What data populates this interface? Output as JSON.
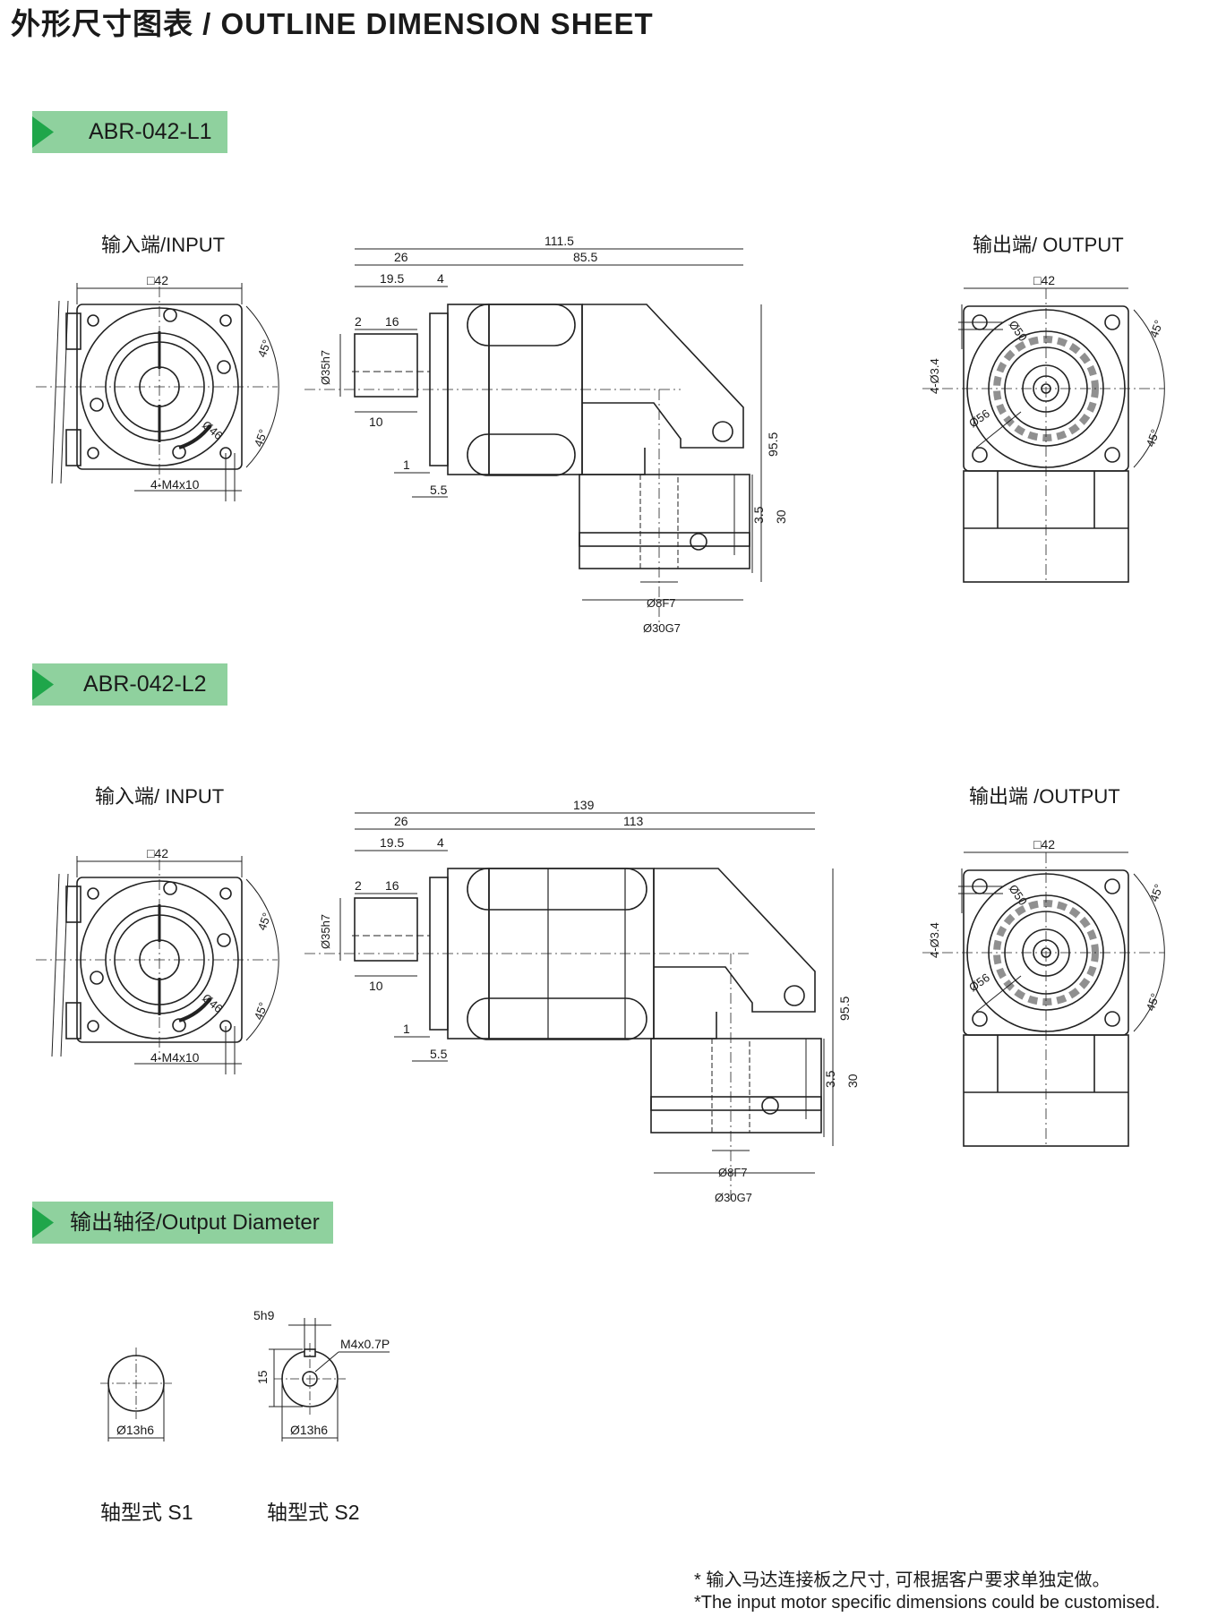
{
  "page_title": "外形尺寸图表 / OUTLINE DIMENSION SHEET",
  "brand_color": "#8fd19e",
  "marker_color": "#1fa64a",
  "sections": {
    "l1": {
      "tag": "ABR-042-L1",
      "input_label": "输入端/INPUT",
      "output_label": "输出端/ OUTPUT",
      "dims": {
        "flange": "□42",
        "pcd_in": "Ø46",
        "ang1": "45°",
        "ang2": "45°",
        "tap": "4-M4x10",
        "total": "111.5",
        "d26": "26",
        "d85": "85.5",
        "d19": "19.5",
        "d4": "4",
        "d2": "2",
        "d16": "16",
        "d35": "Ø35h7",
        "d10": "10",
        "d1": "1",
        "d55": "5.5",
        "d955": "95.5",
        "d35b": "3.5",
        "d30": "30",
        "d8": "Ø8F7",
        "d30g": "Ø30G7",
        "out_flange": "□42",
        "out_holes": "4-Ø3.4",
        "pcd50": "Ø50",
        "pcd56": "Ø56",
        "oang1": "45°",
        "oang2": "45°"
      }
    },
    "l2": {
      "tag": "ABR-042-L2",
      "input_label": "输入端/ INPUT",
      "output_label": "输出端 /OUTPUT",
      "dims": {
        "flange": "□42",
        "pcd_in": "Ø46",
        "ang1": "45°",
        "ang2": "45°",
        "tap": "4-M4x10",
        "total": "139",
        "d26": "26",
        "d85": "113",
        "d19": "19.5",
        "d4": "4",
        "d2": "2",
        "d16": "16",
        "d35": "Ø35h7",
        "d10": "10",
        "d1": "1",
        "d55": "5.5",
        "d955": "95.5",
        "d35b": "3.5",
        "d30": "30",
        "d8": "Ø8F7",
        "d30g": "Ø30G7",
        "out_flange": "□42",
        "out_holes": "4-Ø3.4",
        "pcd50": "Ø50",
        "pcd56": "Ø56",
        "oang1": "45°",
        "oang2": "45°"
      }
    },
    "shaft": {
      "tag": "输出轴径/Output Diameter",
      "s1_dia": "Ø13h6",
      "s2_dia": "Ø13h6",
      "s2_key": "5h9",
      "s2_height": "15",
      "s2_thread": "M4x0.7P",
      "s1_label": "轴型式  S1",
      "s2_label": "轴型式  S2"
    }
  },
  "notes": {
    "cn": "* 输入马达连接板之尺寸, 可根据客户要求单独定做。",
    "en": "*The input motor specific dimensions could be customised."
  }
}
